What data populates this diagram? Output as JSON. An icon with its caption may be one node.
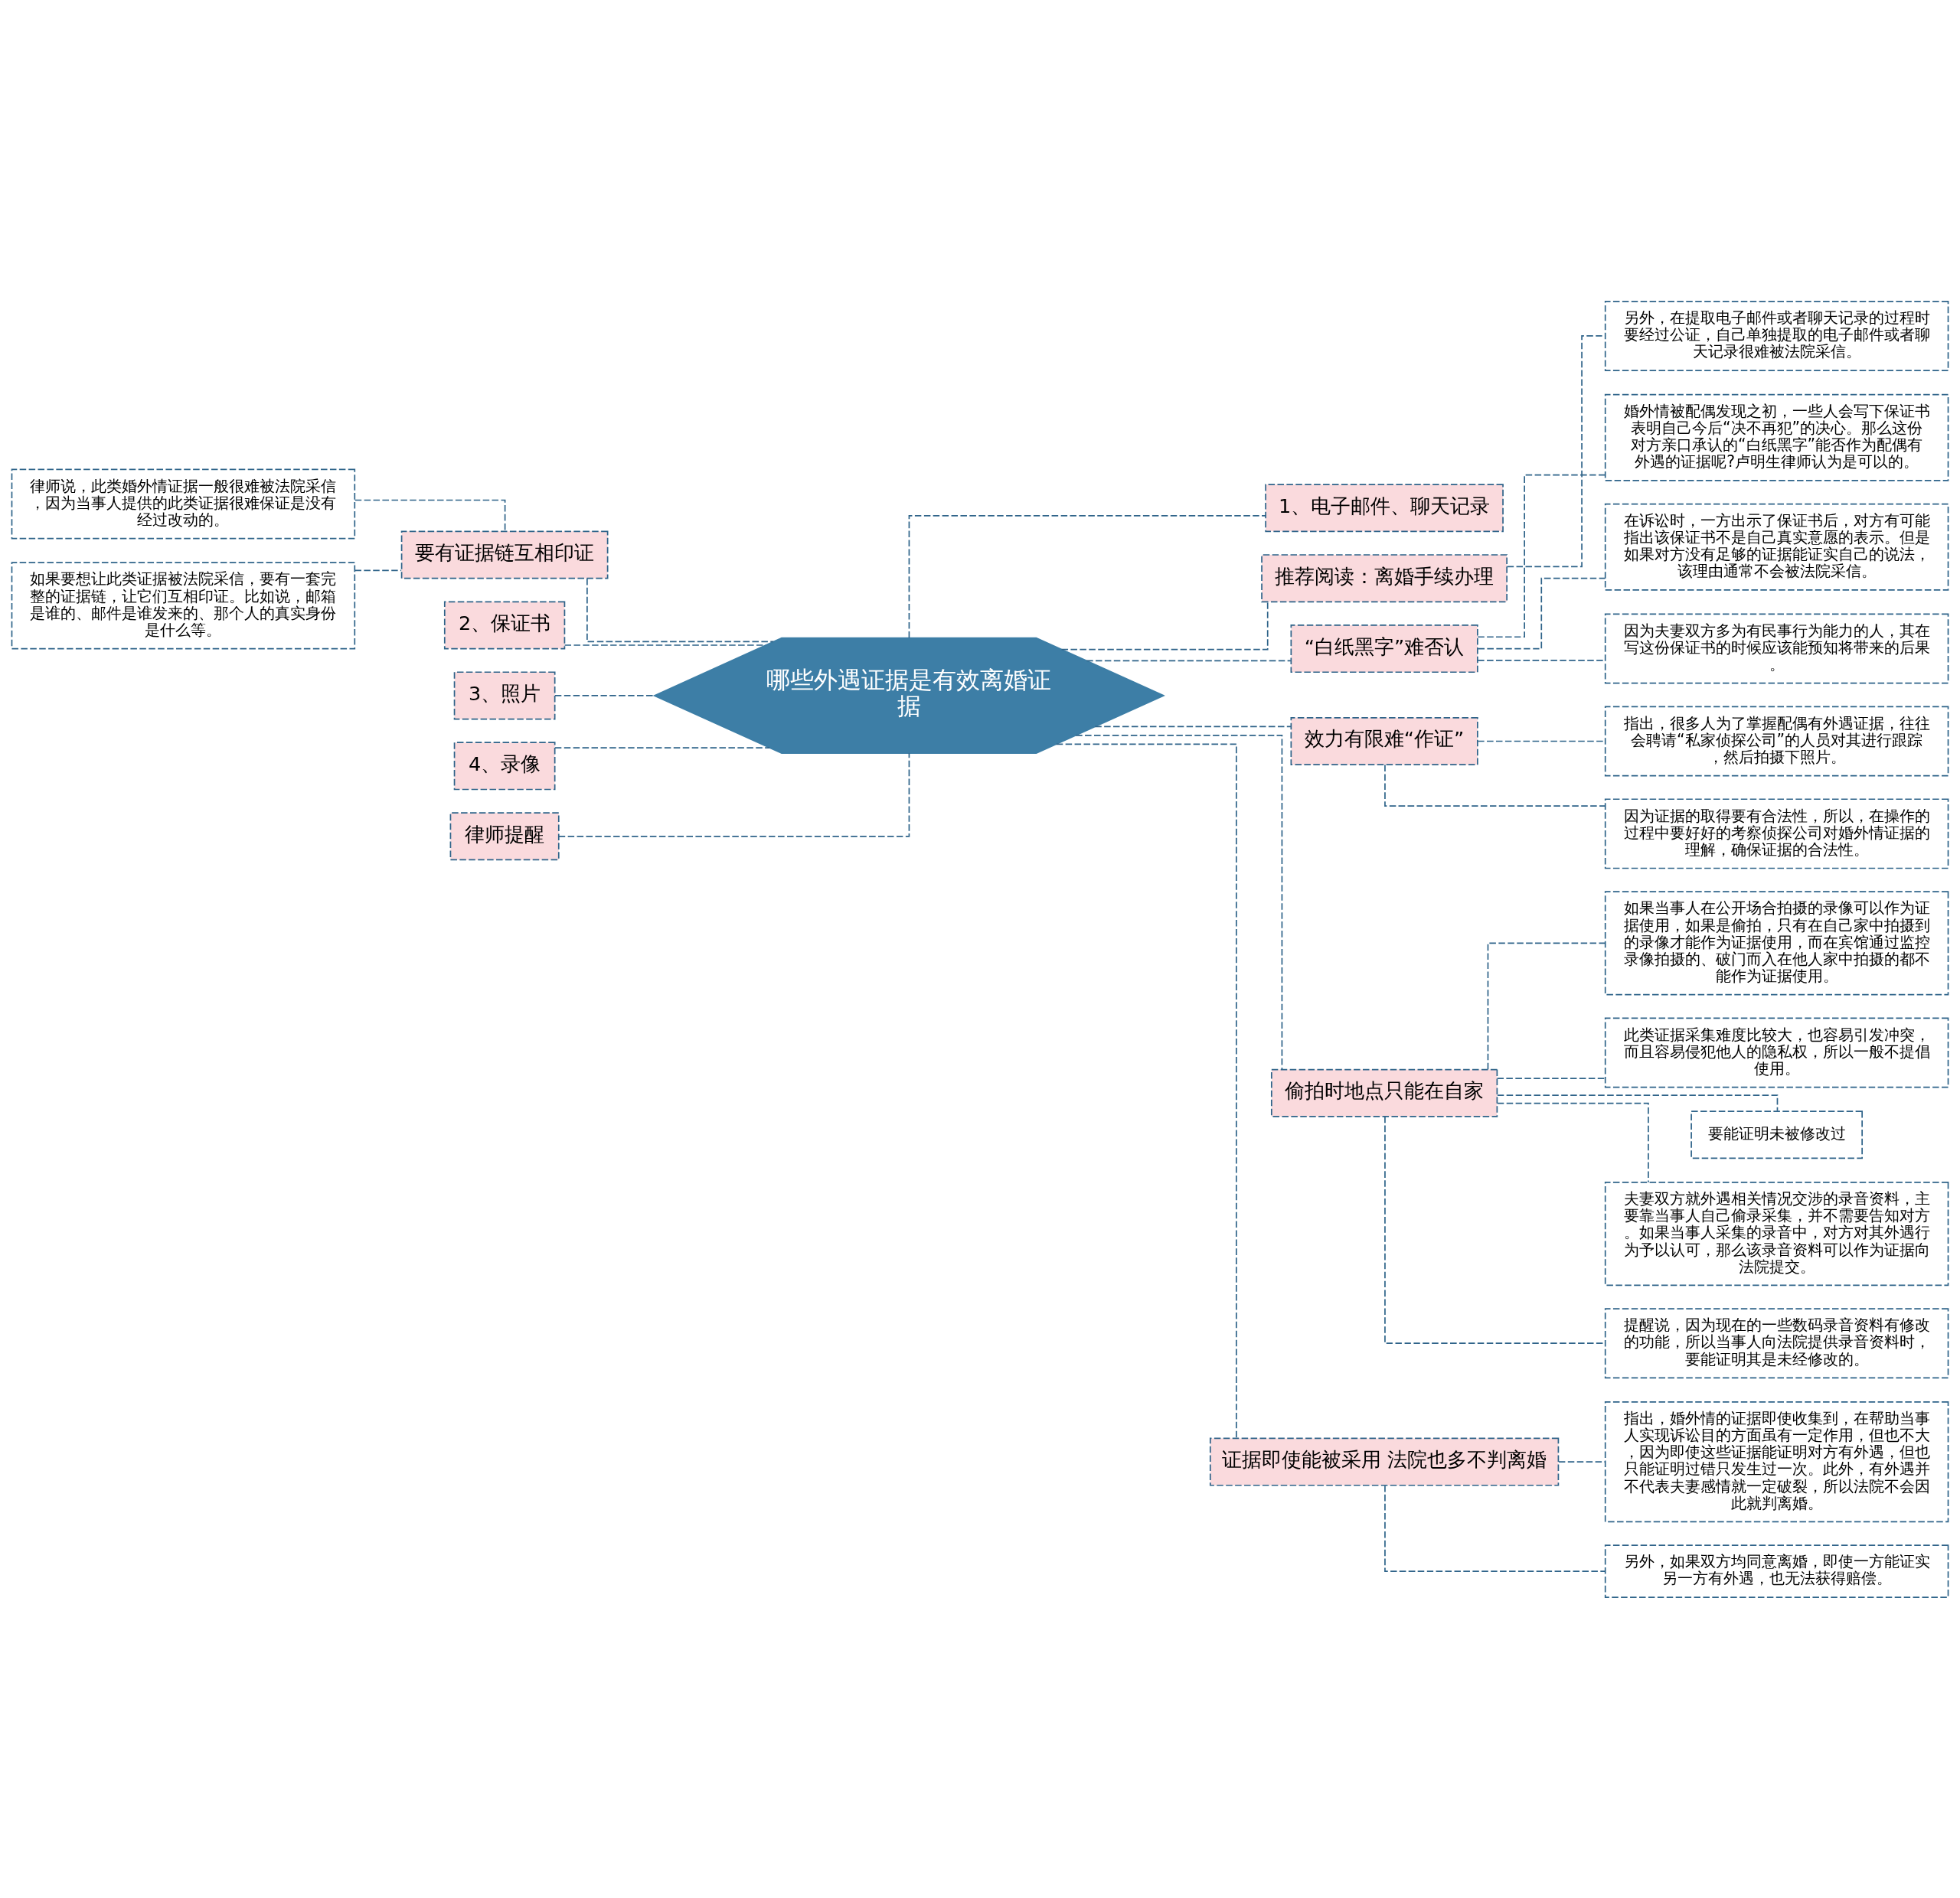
{
  "diagram": {
    "nodes": [
      {
        "text": [
          "哪些外遇证据是有效离婚证据"
        ]
      },
      {
        "text": [
          "1、电子邮件、聊天记录"
        ]
      },
      {
        "text": [
          "推荐阅读：离婚手续办理"
        ]
      },
      {
        "text": [
          "另外，在提取电子邮件或者聊天记录的过程时要经过公证，自己单独提取的电子邮件或者聊天记录很难被法院采信。"
        ]
      },
      {
        "text": [
          "“白纸黑字”难否认"
        ]
      },
      {
        "text": [
          "婚外情被配偶发现之初，一些人会写下保证书表明自己今后“决不再犯”的决心。那么这份对方亲口承认的“白纸黑字”能否作为配偶有外遇的证据呢?卢明生律师认为是可以的。"
        ]
      },
      {
        "text": [
          "在诉讼时，一方出示了保证书后，对方有可能指出该保证书不是自己真实意愿的表示。但是如果对方没有足够的证据能证实自己的说法，该理由通常不会被法院采信。"
        ]
      },
      {
        "text": [
          "因为夫妻双方多为有民事行为能力的人，其在写这份保证书的时候应该能预知将带来的后果。"
        ]
      },
      {
        "text": [
          "效力有限难“作证”"
        ]
      },
      {
        "text": [
          "指出，很多人为了掌握配偶有外遇证据，往往会聘请“私家侦探公司”的人员对其进行跟踪，然后拍摄下照片。"
        ]
      },
      {
        "text": [
          "因为证据的取得要有合法性，所以，在操作的过程中要好好的考察侦探公司对婚外情证据的理解，确保证据的合法性。"
        ]
      },
      {
        "text": [
          "偷拍时地点只能在自家"
        ]
      },
      {
        "text": [
          "如果当事人在公开场合拍摄的录像可以作为证据使用，如果是偷拍，只有在自己家中拍摄到的录像才能作为证据使用，而在宾馆通过监控录像拍摄的、破门而入在他人家中拍摄的都不能作为证据使用。"
        ]
      },
      {
        "text": [
          "此类证据采集难度比较大，也容易引发冲突，而且容易侵犯他人的隐私权，所以一般不提倡使用。"
        ]
      },
      {
        "text": [
          "要能证明未被修改过"
        ]
      },
      {
        "text": [
          "夫妻双方就外遇相关情况交涉的录音资料，主要靠当事人自己偷录采集，并不需要告知对方。如果当事人采集的录音中，对方对其外遇行为予以认可，那么该录音资料可以作为证据向法院提交。"
        ]
      },
      {
        "text": [
          "提醒说，因为现在的一些数码录音资料有修改的功能，所以当事人向法院提供录音资料时，要能证明其是未经修改的。"
        ]
      },
      {
        "text": [
          "证据即使能被采用 法院也多不判离婚"
        ]
      },
      {
        "text": [
          "指出，婚外情的证据即使收集到，在帮助当事人实现诉讼目的方面虽有一定作用，但也不大，因为即使这些证据能证明对方有外遇，但也只能证明过错只发生过一次。此外，有外遇并不代表夫妻感情就一定破裂，所以法院不会因此就判离婚。"
        ]
      },
      {
        "text": [
          "另外，如果双方均同意离婚，即使一方能证实另一方有外遇，也无法获得赔偿。"
        ]
      },
      {
        "text": [
          "要有证据链互相印证"
        ]
      },
      {
        "text": [
          "律师说，此类婚外情证据一般很难被法院采信，因为当事人提供的此类证据很难保证是没有经过改动的。"
        ]
      },
      {
        "text": [
          "如果要想让此类证据被法院采信，要有一套完整的证据链，让它们互相印证。比如说，邮箱是谁的、邮件是谁发来的、那个人的真实身份是什么等。"
        ]
      },
      {
        "text": [
          "2、保证书"
        ]
      },
      {
        "text": [
          "3、照片"
        ]
      },
      {
        "text": [
          "4、录像"
        ]
      },
      {
        "text": [
          "律师提醒"
        ]
      }
    ],
    "edges": [
      {
        "from": 0,
        "to": 1,
        "arrow": "none"
      },
      {
        "from": 0,
        "to": 2,
        "arrow": "none"
      },
      {
        "from": 2,
        "to": 3,
        "arrow": "none"
      },
      {
        "from": 0,
        "to": 4,
        "arrow": "none"
      },
      {
        "from": 4,
        "to": 5,
        "arrow": "none"
      },
      {
        "from": 4,
        "to": 6,
        "arrow": "none"
      },
      {
        "from": 4,
        "to": 7,
        "arrow": "none"
      },
      {
        "from": 0,
        "to": 8,
        "arrow": "none"
      },
      {
        "from": 8,
        "to": 9,
        "arrow": "none"
      },
      {
        "from": 8,
        "to": 10,
        "arrow": "none"
      },
      {
        "from": 0,
        "to": 11,
        "arrow": "none"
      },
      {
        "from": 11,
        "to": 12,
        "arrow": "none"
      },
      {
        "from": 11,
        "to": 13,
        "arrow": "none"
      },
      {
        "from": 11,
        "to": 14,
        "arrow": "none"
      },
      {
        "from": 11,
        "to": 15,
        "arrow": "none"
      },
      {
        "from": 11,
        "to": 16,
        "arrow": "none"
      },
      {
        "from": 0,
        "to": 17,
        "arrow": "none"
      },
      {
        "from": 17,
        "to": 18,
        "arrow": "none"
      },
      {
        "from": 17,
        "to": 19,
        "arrow": "none"
      },
      {
        "from": 0,
        "to": 20,
        "arrow": "none"
      },
      {
        "from": 20,
        "to": 21,
        "arrow": "none"
      },
      {
        "from": 20,
        "to": 22,
        "arrow": "none"
      },
      {
        "from": 0,
        "to": 23,
        "arrow": "none"
      },
      {
        "from": 0,
        "to": 24,
        "arrow": "none"
      },
      {
        "from": 0,
        "to": 25,
        "arrow": "none"
      },
      {
        "from": 0,
        "to": 26,
        "arrow": "none"
      }
    ]
  }
}
